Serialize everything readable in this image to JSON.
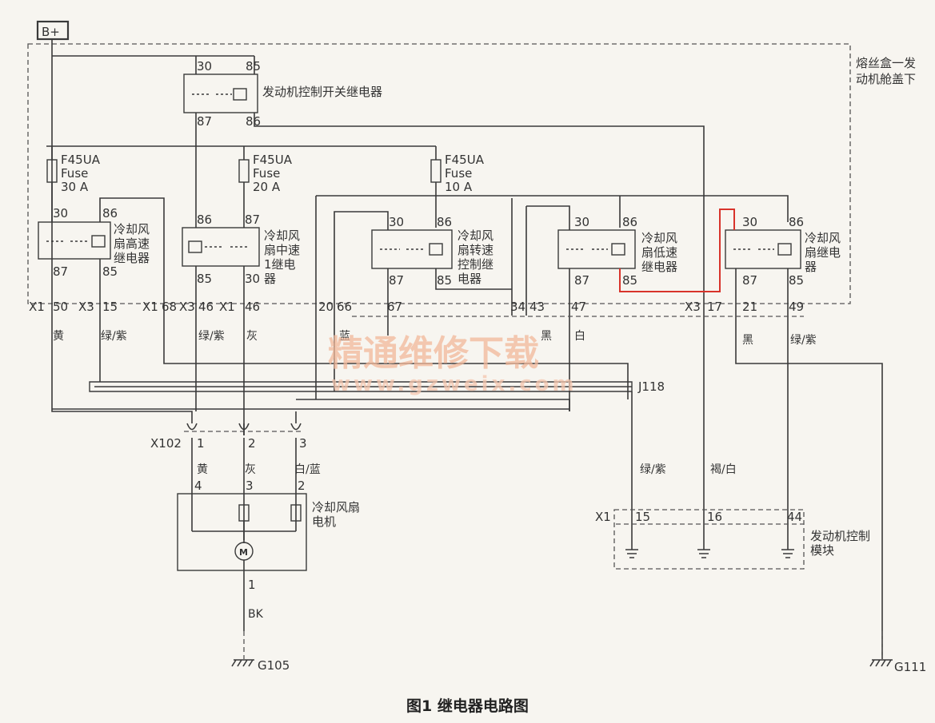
{
  "power": "B+",
  "fusebox": "熔丝盒—发动机舱盖下",
  "main_relay": {
    "label": "发动机控制开关继电器",
    "pins": [
      "30",
      "85",
      "87",
      "86"
    ]
  },
  "fuses": [
    {
      "name": "F45UA",
      "type": "Fuse",
      "rating": "30 A"
    },
    {
      "name": "F45UA",
      "type": "Fuse",
      "rating": "20 A"
    },
    {
      "name": "F45UA",
      "type": "Fuse",
      "rating": "10 A"
    }
  ],
  "relays": [
    {
      "label": "冷却风扇高速继电器",
      "pins": [
        "30",
        "86",
        "87",
        "85"
      ]
    },
    {
      "label": "冷却风扇中速1继电器",
      "pins": [
        "86",
        "87",
        "85",
        "30"
      ]
    },
    {
      "label": "冷却风扇转速控制继电器",
      "pins": [
        "30",
        "86",
        "87",
        "85"
      ]
    },
    {
      "label": "冷却风扇低速继电器",
      "pins": [
        "30",
        "86",
        "87",
        "85"
      ]
    },
    {
      "label": "冷却风扇继电器",
      "pins": [
        "30",
        "86",
        "87",
        "85"
      ]
    }
  ],
  "connector_row": [
    "X1",
    "50",
    "X3",
    "15",
    "X1",
    "68",
    "X3",
    "46",
    "X1",
    "46",
    "20",
    "66",
    "67",
    "34",
    "43",
    "47",
    "X3",
    "17",
    "21",
    "49"
  ],
  "wire_colors": [
    "黄",
    "绿/紫",
    "绿/紫",
    "灰",
    "蓝",
    "黑",
    "白",
    "黑",
    "绿/紫"
  ],
  "splice": "J118",
  "motor_connector": {
    "id": "X102",
    "pins": [
      "1",
      "2",
      "3"
    ],
    "colors": [
      "黄",
      "灰",
      "白/蓝"
    ],
    "motor_pins": [
      "4",
      "3",
      "2"
    ]
  },
  "motor": {
    "label": "冷却风扇电机",
    "symbol": "M",
    "ground_pin": "1",
    "ground_wire": "BK",
    "ground": "G105"
  },
  "ecm": {
    "label": "发动机控制模块",
    "connector": "X1",
    "pins": [
      "15",
      "16",
      "44"
    ],
    "wire_colors": [
      "绿/紫",
      "褐/白"
    ]
  },
  "ground2": "G111",
  "watermark": {
    "cn": "精通维修下载",
    "url": "www.gzweix.com"
  },
  "caption": "图1 继电器电路图"
}
